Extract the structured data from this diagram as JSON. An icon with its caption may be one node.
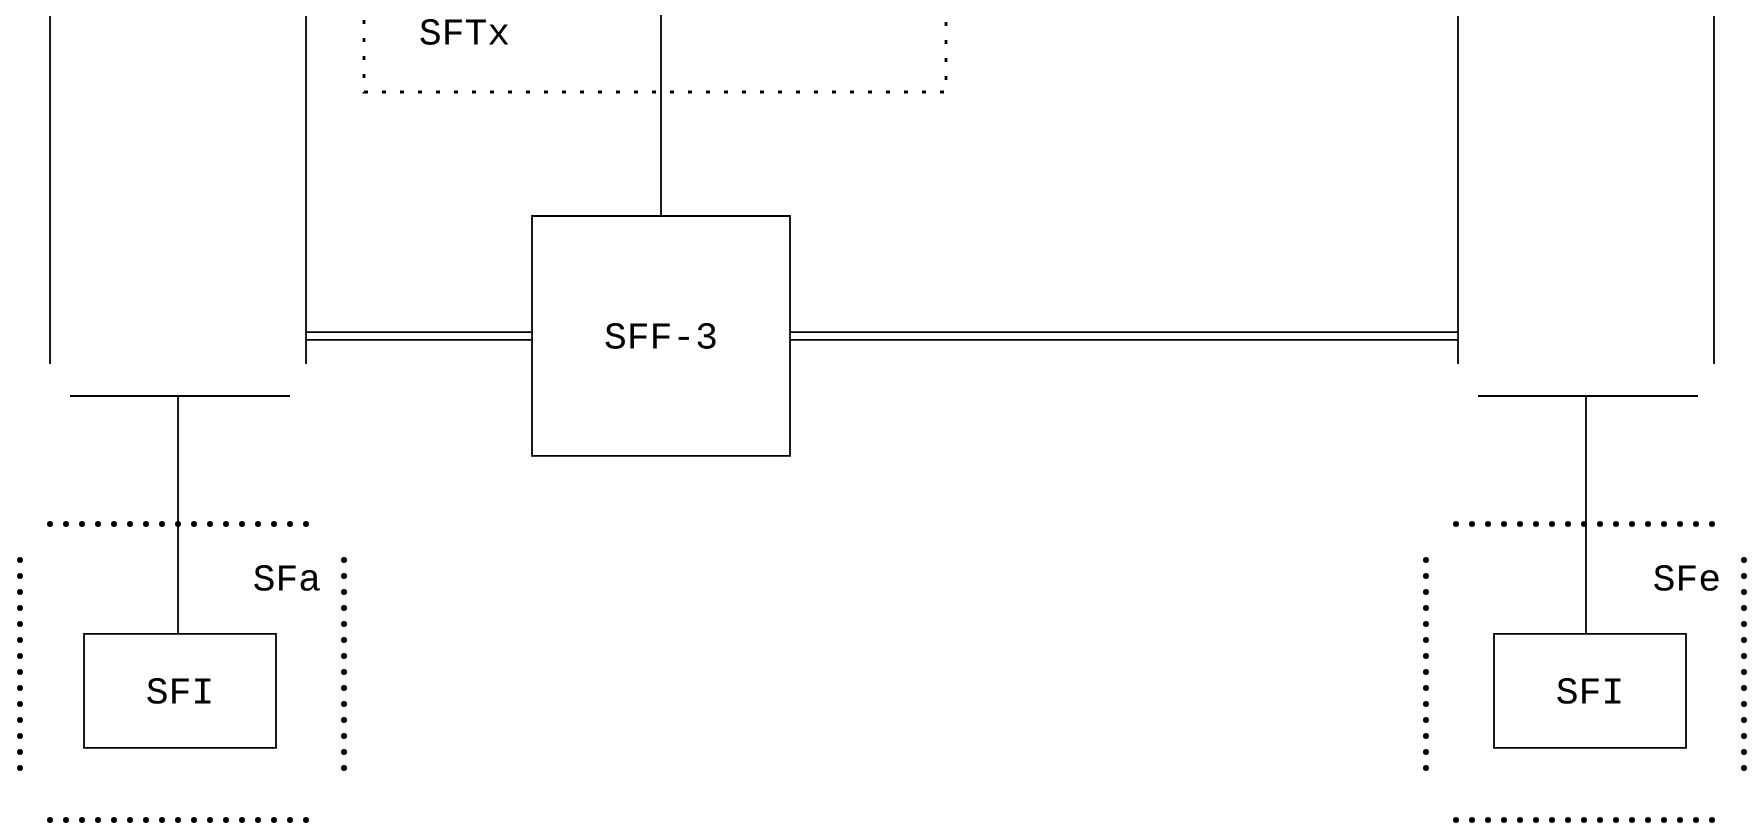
{
  "diagram": {
    "nodes": [
      {
        "text": [],
        "shape": "box"
      },
      {
        "text": [
          "SFTx"
        ]
      },
      {
        "text": [],
        "shape": "box"
      },
      {
        "text": [
          "SFF-3"
        ]
      },
      {
        "text": [
          "SFa"
        ]
      },
      {
        "text": [
          "SFI"
        ],
        "in": 4
      },
      {
        "text": [
          "SFe"
        ]
      },
      {
        "text": [
          "SFI"
        ],
        "in": 6
      }
    ],
    "edges": [
      {
        "from": 1,
        "to": 3,
        "arrow": "none"
      },
      {
        "from": 0,
        "to": 3,
        "arrow": "none",
        "style": "thick"
      },
      {
        "from": 3,
        "to": 2,
        "arrow": "none",
        "style": "thick"
      },
      {
        "from": 0,
        "to": 5,
        "arrow": "none"
      },
      {
        "from": 2,
        "to": 7,
        "arrow": "none"
      }
    ]
  }
}
